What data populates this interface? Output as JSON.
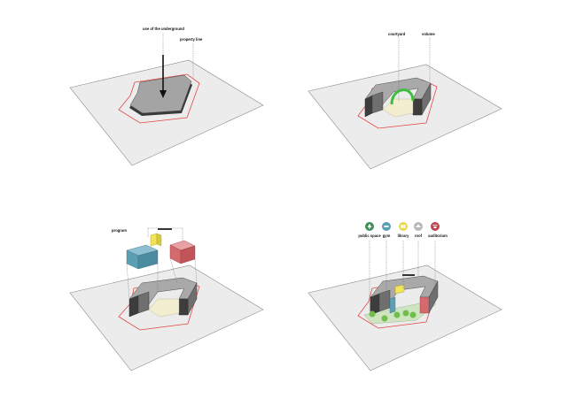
{
  "panels": {
    "p1": {
      "label_underground": "use of the underground",
      "label_property": "property line"
    },
    "p2": {
      "label_courtyard": "courtyard",
      "label_volume": "volume"
    },
    "p3": {
      "label_program": "program"
    },
    "p4": {
      "legend": [
        {
          "label": "public space",
          "color": "#3f8f5a",
          "icon": "tree-icon"
        },
        {
          "label": "gym",
          "color": "#5b9fb5",
          "icon": "dumbbell-icon"
        },
        {
          "label": "library",
          "color": "#e8d94a",
          "icon": "book-icon"
        },
        {
          "label": "roof",
          "color": "#b9b9b9",
          "icon": "roof-icon"
        },
        {
          "label": "auditorium",
          "color": "#c0464b",
          "icon": "stage-icon"
        }
      ]
    }
  },
  "colors": {
    "plane": "#ececec",
    "property_line": "#e04848",
    "courtyard_ring": "#3cbf3c",
    "gym_block": "#5b9fb5",
    "auditorium_block": "#d46a6e",
    "library_block": "#f1e35a"
  }
}
